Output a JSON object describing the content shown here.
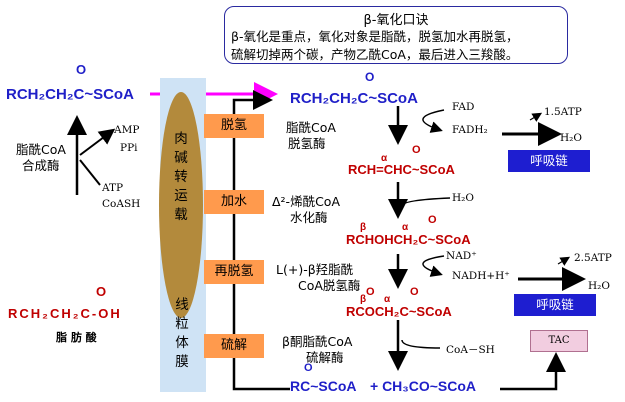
{
  "colors": {
    "formula": "#1f1fc8",
    "red": "#c00000",
    "step": "#ff9a4d",
    "chain": "#1e1ed0",
    "membrane": "#cfe3f5",
    "carnitine": "#b38a3c",
    "tac": "#f2cde0",
    "magenta": "#ff00ff"
  },
  "mnemonic": {
    "title": "β-氧化口诀",
    "line1": "β-氧化是重点，氧化对象是脂酰，脱氢加水再脱氢，",
    "line2": "硫解切掉两个碳，产物乙酰CoA，最后进入三羧酸。"
  },
  "left": {
    "acyl_coa": "RCH₂CH₂C~SCoA",
    "acyl_o": "O",
    "synthetase_1": "脂酰CoA",
    "synthetase_2": "合成酶",
    "amp": "AMP",
    "ppi": "PPi",
    "atp": "ATP",
    "coash": "CoASH",
    "fatty_acid": "RCH₂CH₂C-OH",
    "fatty_acid_o": "O",
    "fatty_acid_label": "脂 肪 酸"
  },
  "carrier": {
    "carnitine": "肉碱转运载",
    "membrane": "线粒体膜"
  },
  "steps": [
    "脱氢",
    "加水",
    "再脱氢",
    "硫解"
  ],
  "enzymes": {
    "e1_1": "脂酰CoA",
    "e1_2": "脱氢酶",
    "e2_1": "Δ²-烯酰CoA",
    "e2_2": "水化酶",
    "e3_1": "L(+)-β羟脂酰",
    "e3_2": "CoA脱氢酶",
    "e4_1": "β酮脂酰CoA",
    "e4_2": "硫解酶"
  },
  "cofactors": {
    "fad": "FAD",
    "fadh2": "FADH₂",
    "h2o_1": "H₂O",
    "nad": "NAD⁺",
    "nadh": "NADH+H⁺",
    "coash": "CoA－SH",
    "atp_1": "1.5ATP",
    "h2o_out_1": "H₂O",
    "atp_2": "2.5ATP",
    "h2o_out_2": "H₂O"
  },
  "intermediates": {
    "acyl_coa": "RCH₂CH₂C~SCoA",
    "enoyl": "RCH=CHC~SCoA",
    "hydroxy": "RCHOHCH₂C~SCoA",
    "keto": "RCOCH₂C~SCoA",
    "final_1": "RC~SCoA",
    "final_2": "+ CH₃CO~SCoA",
    "o": "O",
    "alpha": "α",
    "beta": "β"
  },
  "chain": [
    "呼吸链",
    "呼吸链"
  ],
  "tac": "TAC"
}
